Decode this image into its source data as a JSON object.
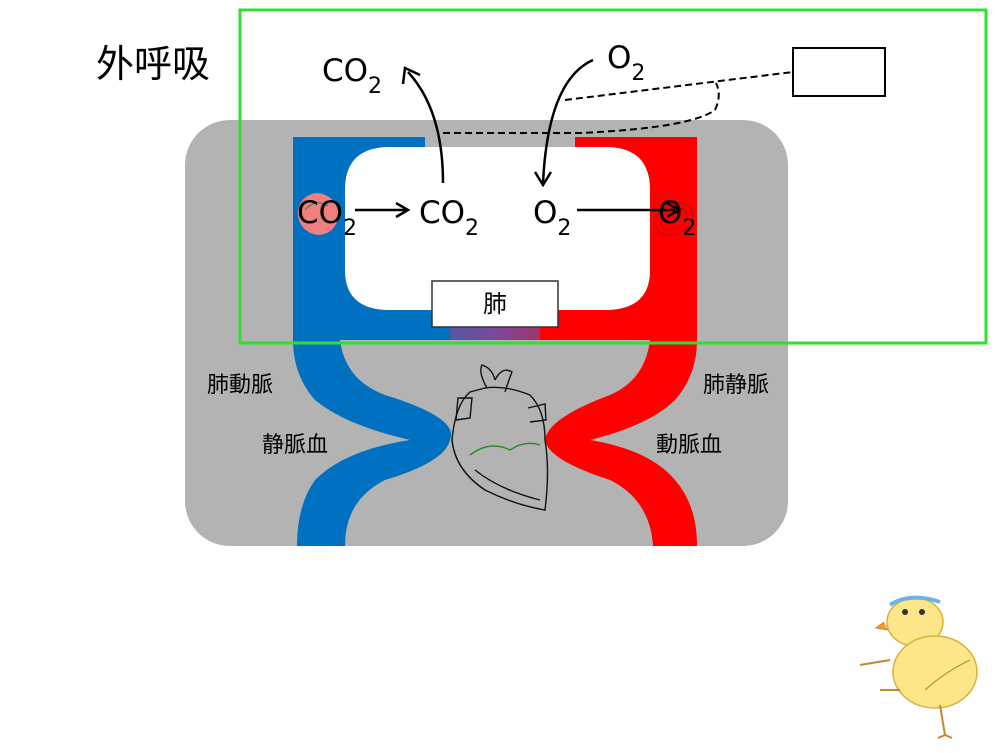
{
  "title": "外呼吸",
  "empty_box_text": "",
  "lung": "肺",
  "pulmonary_artery": "肺動脈",
  "pulmonary_vein": "肺静脈",
  "venous_blood": "静脈血",
  "arterial_blood": "動脈血",
  "gas": {
    "co2_top": "CO",
    "o2_top": "O",
    "co2_cell": "CO",
    "co2_alveolus": "CO",
    "o2_alveolus": "O",
    "o2_cell": "O",
    "subscript": "2"
  },
  "colors": {
    "background": "#ffffff",
    "panel": "#b3b3b3",
    "vein_blue": "#0070c0",
    "artery_red": "#ff0000",
    "highlight_green": "#33dd33",
    "rbc_pink": "#f08080"
  }
}
